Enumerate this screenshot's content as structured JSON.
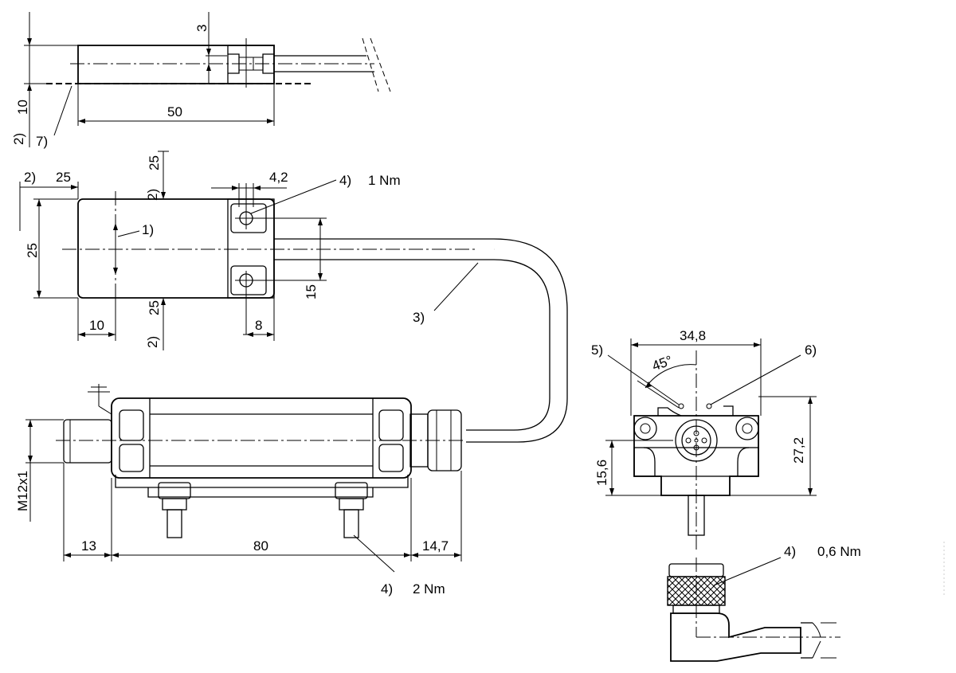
{
  "labels": {
    "top_dim_3": "3",
    "top_dim_10": "10",
    "top_dim_50": "50",
    "top_note_2": "2)",
    "top_note_7": "7)",
    "plan_note_2_left": "2)",
    "plan_dim_25_top_left": "25",
    "plan_dim_25_vertical_top": "25",
    "plan_note_2_top": "2)",
    "plan_dim_4_2": "4,2",
    "plan_note_4": "4)",
    "plan_torque_1": "1 Nm",
    "plan_note_1": "1)",
    "plan_dim_25_left": "25",
    "plan_dim_15": "15",
    "plan_note_3": "3)",
    "plan_dim_25_vertical_bottom": "25",
    "plan_note_2_bottom": "2)",
    "plan_dim_10": "10",
    "plan_dim_8": "8",
    "side_dim_m12": "M12x1",
    "side_dim_13": "13",
    "side_dim_80": "80",
    "side_dim_14_7": "14,7",
    "side_note_4": "4)",
    "side_torque_2": "2 Nm",
    "end_dim_34_8": "34,8",
    "end_note_5": "5)",
    "end_note_6": "6)",
    "end_angle_45": "45°",
    "end_dim_27_2": "27,2",
    "end_dim_15_6": "15,6",
    "plug_note_4": "4)",
    "plug_torque_0_6": "0,6 Nm"
  }
}
